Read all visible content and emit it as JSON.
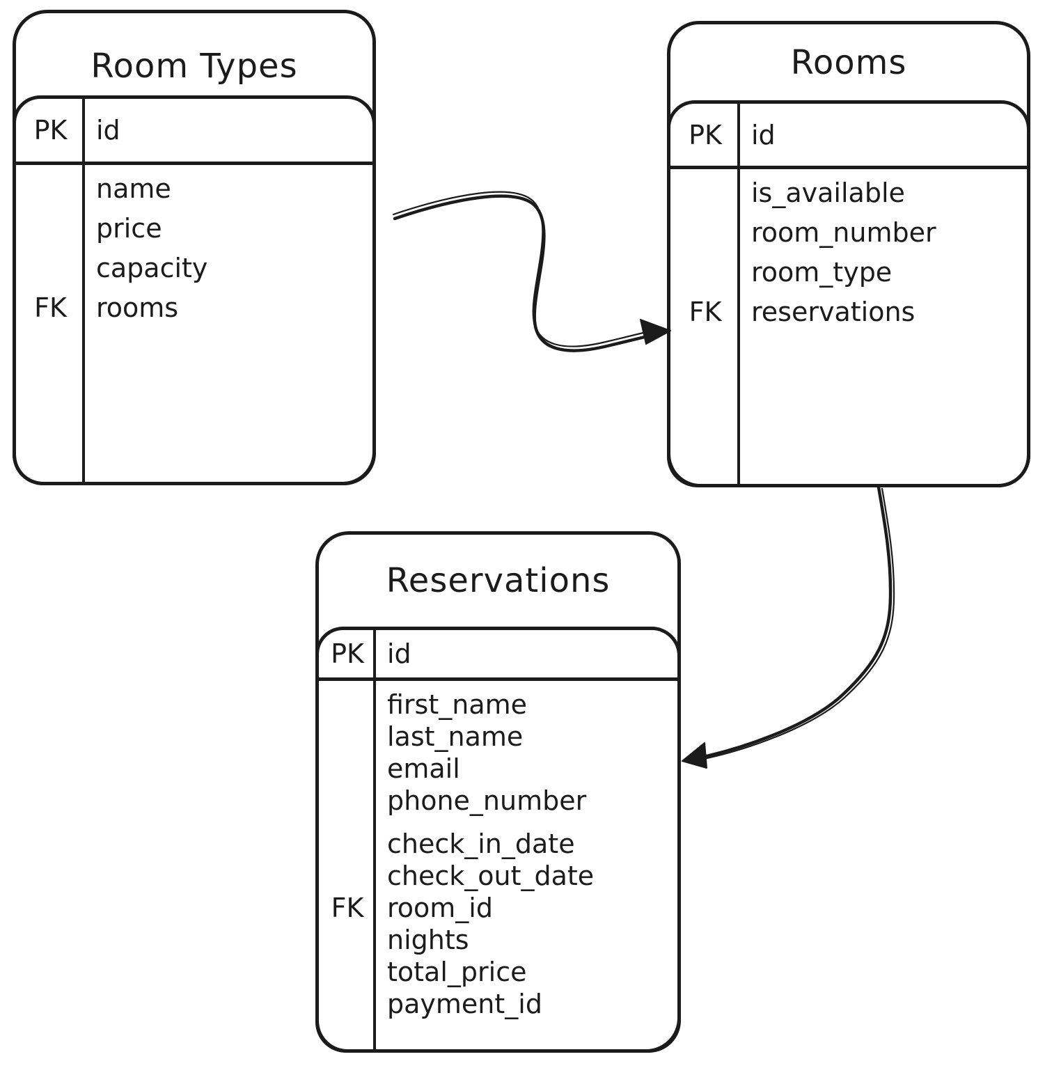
{
  "colors": {
    "stroke": "#1b1b1b",
    "background": "#ffffff"
  },
  "tables": {
    "room_types": {
      "title": "Room Types",
      "pk_label": "PK",
      "pk_field": "id",
      "attributes": [
        {
          "key": "",
          "name": "name"
        },
        {
          "key": "",
          "name": "price"
        },
        {
          "key": "",
          "name": "capacity"
        },
        {
          "key": "FK",
          "name": "rooms"
        }
      ]
    },
    "rooms": {
      "title": "Rooms",
      "pk_label": "PK",
      "pk_field": "id",
      "attributes": [
        {
          "key": "",
          "name": "is_available"
        },
        {
          "key": "",
          "name": "room_number"
        },
        {
          "key": "",
          "name": "room_type"
        },
        {
          "key": "FK",
          "name": "reservations"
        }
      ]
    },
    "reservations": {
      "title": "Reservations",
      "pk_label": "PK",
      "pk_field": "id",
      "attributes": [
        {
          "key": "",
          "name": "first_name"
        },
        {
          "key": "",
          "name": "last_name"
        },
        {
          "key": "",
          "name": "email"
        },
        {
          "key": "",
          "name": "phone_number"
        },
        {
          "key": "",
          "name": "check_in_date"
        },
        {
          "key": "",
          "name": "check_out_date"
        },
        {
          "key": "FK",
          "name": "room_id"
        },
        {
          "key": "",
          "name": "nights"
        },
        {
          "key": "",
          "name": "total_price"
        },
        {
          "key": "",
          "name": "payment_id"
        }
      ]
    }
  },
  "relationships": [
    {
      "from": "Room Types",
      "to": "Rooms"
    },
    {
      "from": "Rooms",
      "to": "Reservations"
    }
  ]
}
